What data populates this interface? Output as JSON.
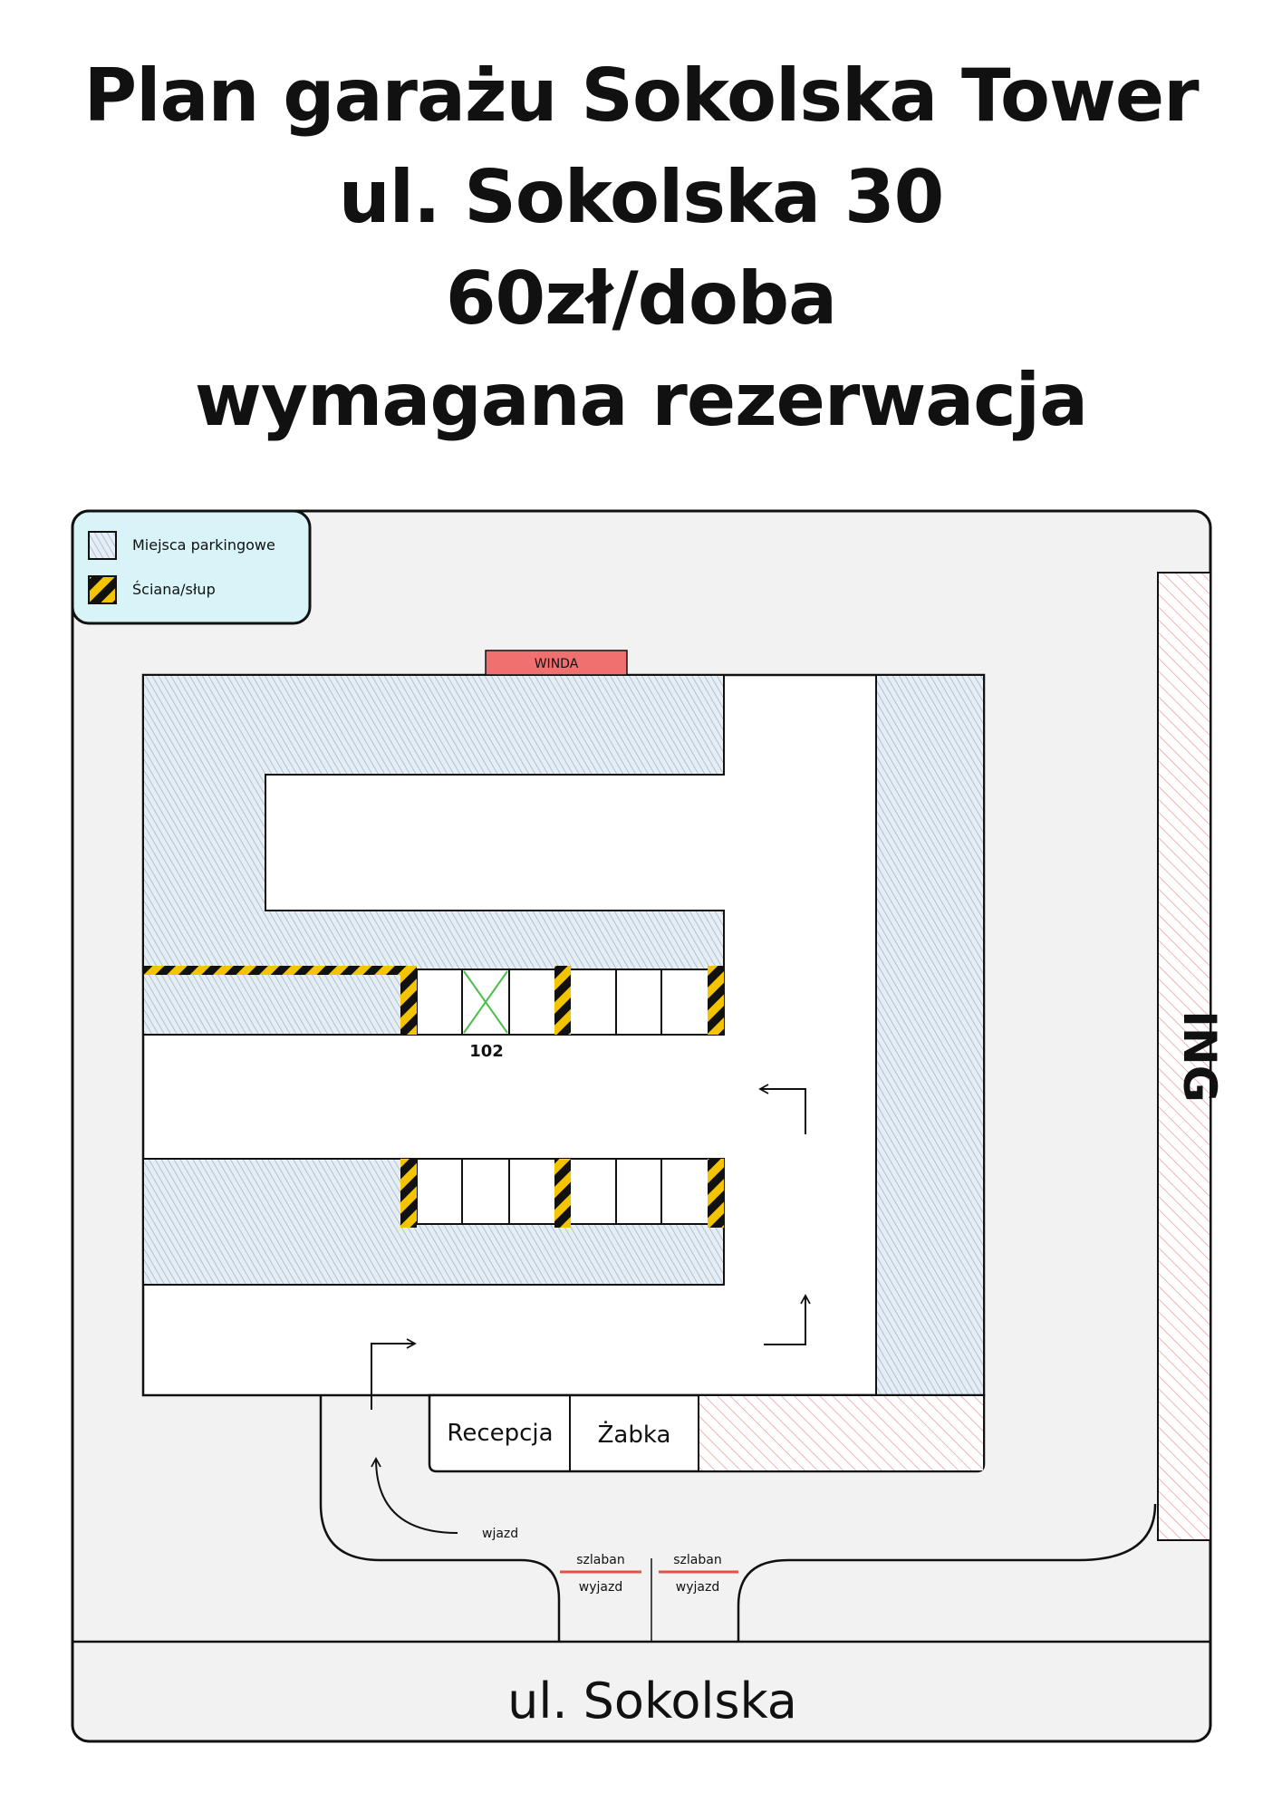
{
  "title": {
    "line1": "Plan garażu Sokolska Tower",
    "line2": "ul. Sokolska 30",
    "line3": "60zł/doba",
    "line4": "wymagana rezerwacja"
  },
  "legend": {
    "parking": "Miejsca parkingowe",
    "wall": "Ściana/słup"
  },
  "labels": {
    "elevator": "WINDA",
    "building": "ING",
    "spot_number": "102",
    "reception": "Recepcja",
    "shop": "Żabka",
    "entry_arrow": "wjazd",
    "barrier_left_top": "szlaban",
    "barrier_left_bottom": "wyjazd",
    "barrier_right_top": "szlaban",
    "barrier_right_bottom": "wyjazd",
    "street": "ul. Sokolska"
  },
  "colors": {
    "legend_bg": "#d8f4f8",
    "parking_fill": "#e6edf3",
    "parking_hatch": "#9fb8d2",
    "hazard_yellow": "#f5c400",
    "elevator": "#f07070",
    "red_hatch": "#f0a0a0",
    "spot_marked": "#4cc04c",
    "barrier": "#e5533a",
    "floor": "#f2f2f2"
  }
}
